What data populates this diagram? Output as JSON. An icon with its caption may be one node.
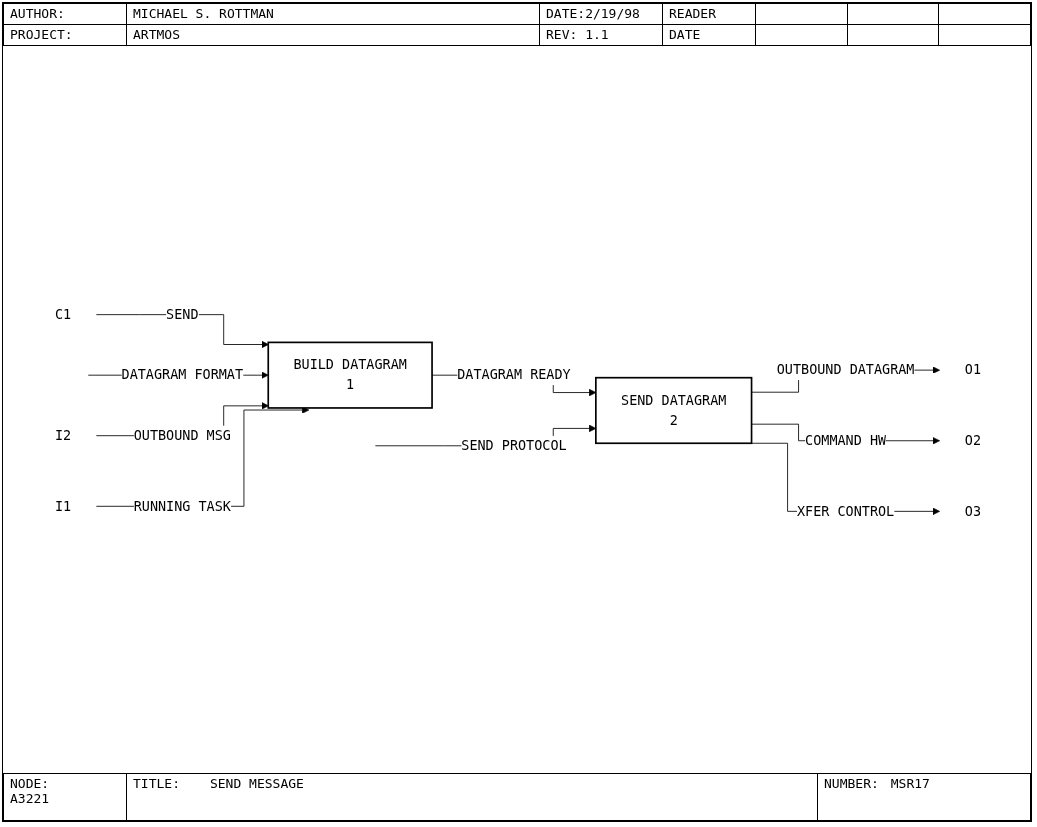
{
  "diagram": {
    "title": "SEND MESSAGE",
    "nodes": [
      {
        "text": [
          "C1"
        ]
      },
      {
        "text": [
          "I2"
        ]
      },
      {
        "text": [
          "I1"
        ]
      },
      {
        "text": [
          "BUILD DATAGRAM",
          "1"
        ]
      },
      {
        "text": [
          "SEND DATAGRAM",
          "2"
        ]
      },
      {
        "text": [
          "O1"
        ]
      },
      {
        "text": [
          "O2"
        ]
      },
      {
        "text": [
          "O3"
        ]
      }
    ],
    "edges": [
      {
        "from": 0,
        "to": 3,
        "arrow": "to",
        "label": "SEND"
      },
      {
        "from": null,
        "to": 3,
        "arrow": "to",
        "label": "DATAGRAM FORMAT"
      },
      {
        "from": 1,
        "to": 3,
        "arrow": "to",
        "label": "OUTBOUND MSG"
      },
      {
        "from": 2,
        "to": 3,
        "arrow": "to",
        "label": "RUNNING TASK"
      },
      {
        "from": 3,
        "to": 4,
        "arrow": "to",
        "label": "DATAGRAM READY"
      },
      {
        "from": null,
        "to": 4,
        "arrow": "to",
        "label": "SEND PROTOCOL"
      },
      {
        "from": 4,
        "to": 5,
        "arrow": "to",
        "label": "OUTBOUND DATAGRAM"
      },
      {
        "from": 4,
        "to": 6,
        "arrow": "to",
        "label": "COMMAND HW"
      },
      {
        "from": 4,
        "to": 7,
        "arrow": "to",
        "label": "XFER CONTROL"
      }
    ],
    "labels": [
      "AUTHOR:",
      "MICHAEL S. ROTTMAN",
      "DATE:2/19/98",
      "READER",
      "PROJECT:",
      "ARTMOS",
      "REV: 1.1",
      "DATE",
      "NODE:",
      "A3221",
      "TITLE:",
      "NUMBER:",
      "MSR17"
    ]
  }
}
